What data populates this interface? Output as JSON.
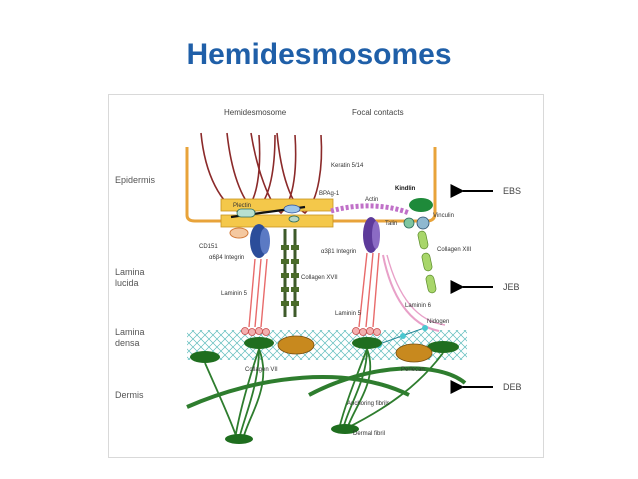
{
  "title": "Hemidesmosomes",
  "diagram": {
    "headers": {
      "hemidesmosome": "Hemidesmosome",
      "focal_contacts": "Focal contacts"
    },
    "layers": {
      "epidermis": "Epidermis",
      "lamina_lucida_1": "Lamina",
      "lamina_lucida_2": "lucida",
      "lamina_densa_1": "Lamina",
      "lamina_densa_2": "densa",
      "dermis": "Dermis"
    },
    "labels": {
      "keratin": "Keratin 5/14",
      "bpag1": "BPAg-1",
      "plectin": "Plectin",
      "cd151": "CD151",
      "a6b4": "α6β4 Integrin",
      "laminin5_left": "Laminin 5",
      "collagen17": "Collagen XVII",
      "a3b1": "α3β1 Integrin",
      "actin": "Actin",
      "kindlin": "Kindlin",
      "talin": "Talin",
      "vinculin": "Vinculin",
      "collagen13": "Collagen XIII",
      "laminin5_right": "Laminin 5",
      "laminin6": "Laminin 6",
      "nidogen": "Nidogen",
      "perlecan": "Perlecan",
      "collagen7": "Collagen VII",
      "anchoring": "Anchoring fibrils",
      "dermal": "Dermal fibril"
    },
    "arrows": {
      "ebs": "EBS",
      "jeb": "JEB",
      "deb": "DEB"
    },
    "colors": {
      "membrane": "#e8a33a",
      "plaque": "#f4c84a",
      "keratin": "#8b2a2a",
      "integrin_a6b4": "#2b4d9a",
      "integrin_a3b1": "#5d3a9a",
      "collagen17": "#3e5a2a",
      "collagen13": "#a8d66a",
      "actin": "#c070c8",
      "kindlin": "#1e8a3a",
      "lamina_densa": "#8fd6d6",
      "fibril": "#2e7d2e",
      "laminin": "#e86a6a",
      "perlecan": "#c8891e",
      "title": "#1f5fa8"
    }
  }
}
